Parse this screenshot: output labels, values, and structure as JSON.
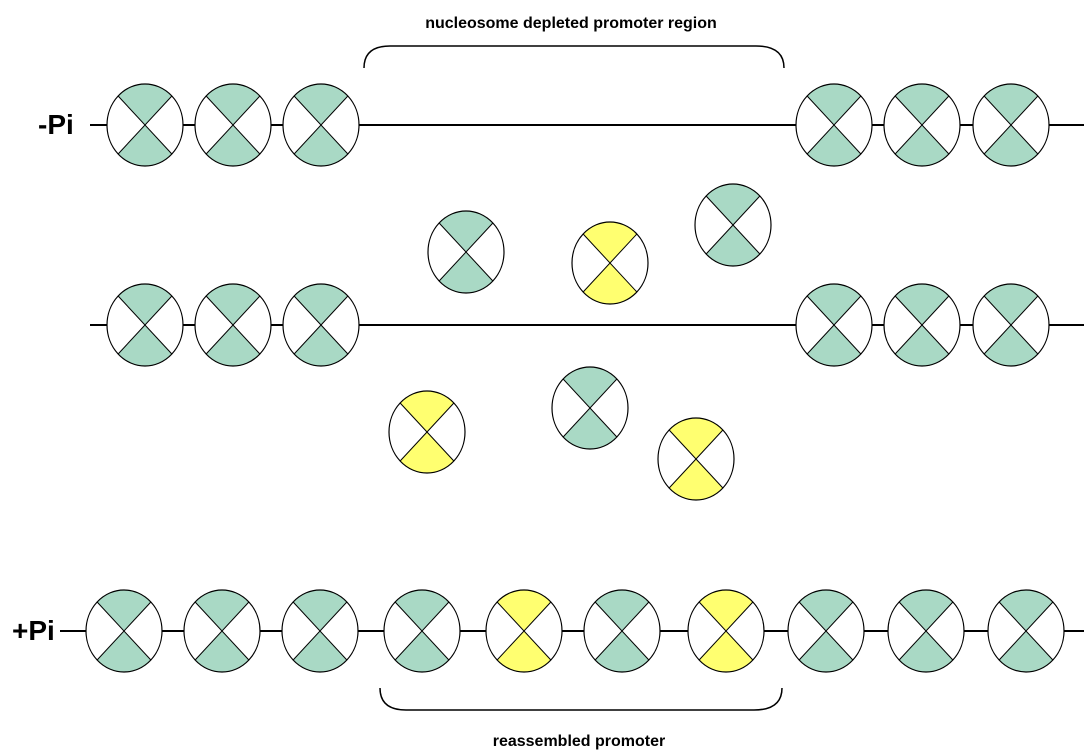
{
  "labels": {
    "top_region": "nucleosome depleted promoter region",
    "bottom_region": "reassembled promoter",
    "condition_minus": "-Pi",
    "condition_plus": "+Pi"
  },
  "colors": {
    "green": "#a9d9c5",
    "yellow": "#ffff70",
    "white": "#ffffff",
    "stroke": "#000000"
  },
  "rows": {
    "top": [
      "green",
      "green",
      "green",
      "green",
      "green",
      "green"
    ],
    "middle": [
      "green",
      "green",
      "green",
      "green",
      "green",
      "green"
    ],
    "bottom": [
      "green",
      "green",
      "green",
      "green",
      "yellow",
      "green",
      "yellow",
      "green",
      "green",
      "green"
    ]
  },
  "free_nucleosomes": [
    "green",
    "yellow",
    "green",
    "yellow",
    "green",
    "yellow"
  ]
}
